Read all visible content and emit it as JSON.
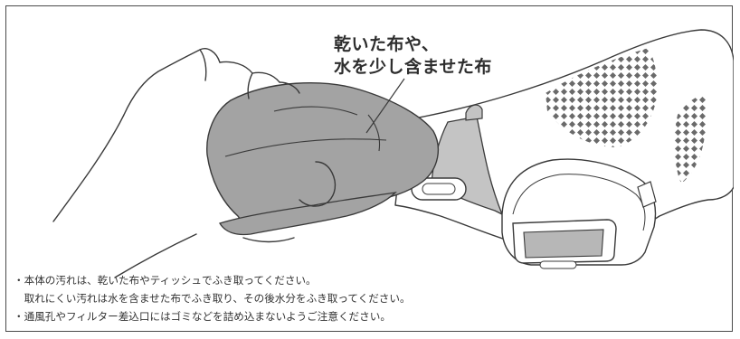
{
  "callout": {
    "line1": "乾いた布や、",
    "line2": "水を少し含ませた布"
  },
  "notes": [
    "・本体の汚れは、乾いた布やティッシュでふき取ってください。",
    "　取れにくい汚れは水を含ませた布でふき取り、その後水分をふき取ってください。",
    "・通風孔やフィルター差込口にはゴミなどを詰め込まないようご注意ください。"
  ],
  "colors": {
    "line": "#3a3a3a",
    "cloth": "#a3a3a3",
    "shade": "#c4c4c4",
    "border": "#4a4a4a"
  }
}
